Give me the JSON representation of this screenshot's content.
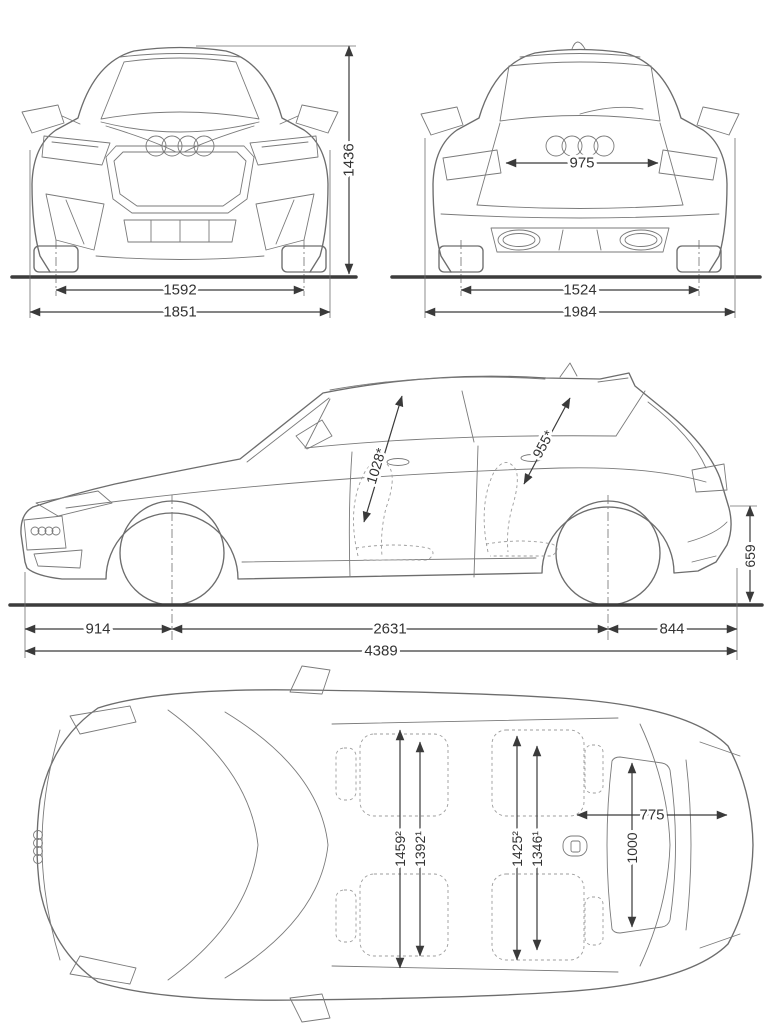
{
  "front_view": {
    "overall_height": "1436",
    "track_width": "1592",
    "overall_width": "1851"
  },
  "rear_view": {
    "tailgate_opening_width": "975",
    "track_width": "1524",
    "overall_width_incl_mirrors": "1984"
  },
  "side_view": {
    "headroom_front": "1028*",
    "headroom_rear": "955*",
    "rear_height": "659",
    "front_overhang": "914",
    "wheelbase": "2631",
    "rear_overhang": "844",
    "overall_length": "4389"
  },
  "top_view": {
    "cabin_width_front_outer": "1459²",
    "cabin_width_front_inner": "1392¹",
    "cabin_width_rear_outer": "1425²",
    "cabin_width_rear_inner": "1346¹",
    "boot_length": "775",
    "boot_width": "1000"
  },
  "colors": {
    "line": "#6d6d6d",
    "dimension": "#3a3a3a",
    "background": "#ffffff"
  }
}
